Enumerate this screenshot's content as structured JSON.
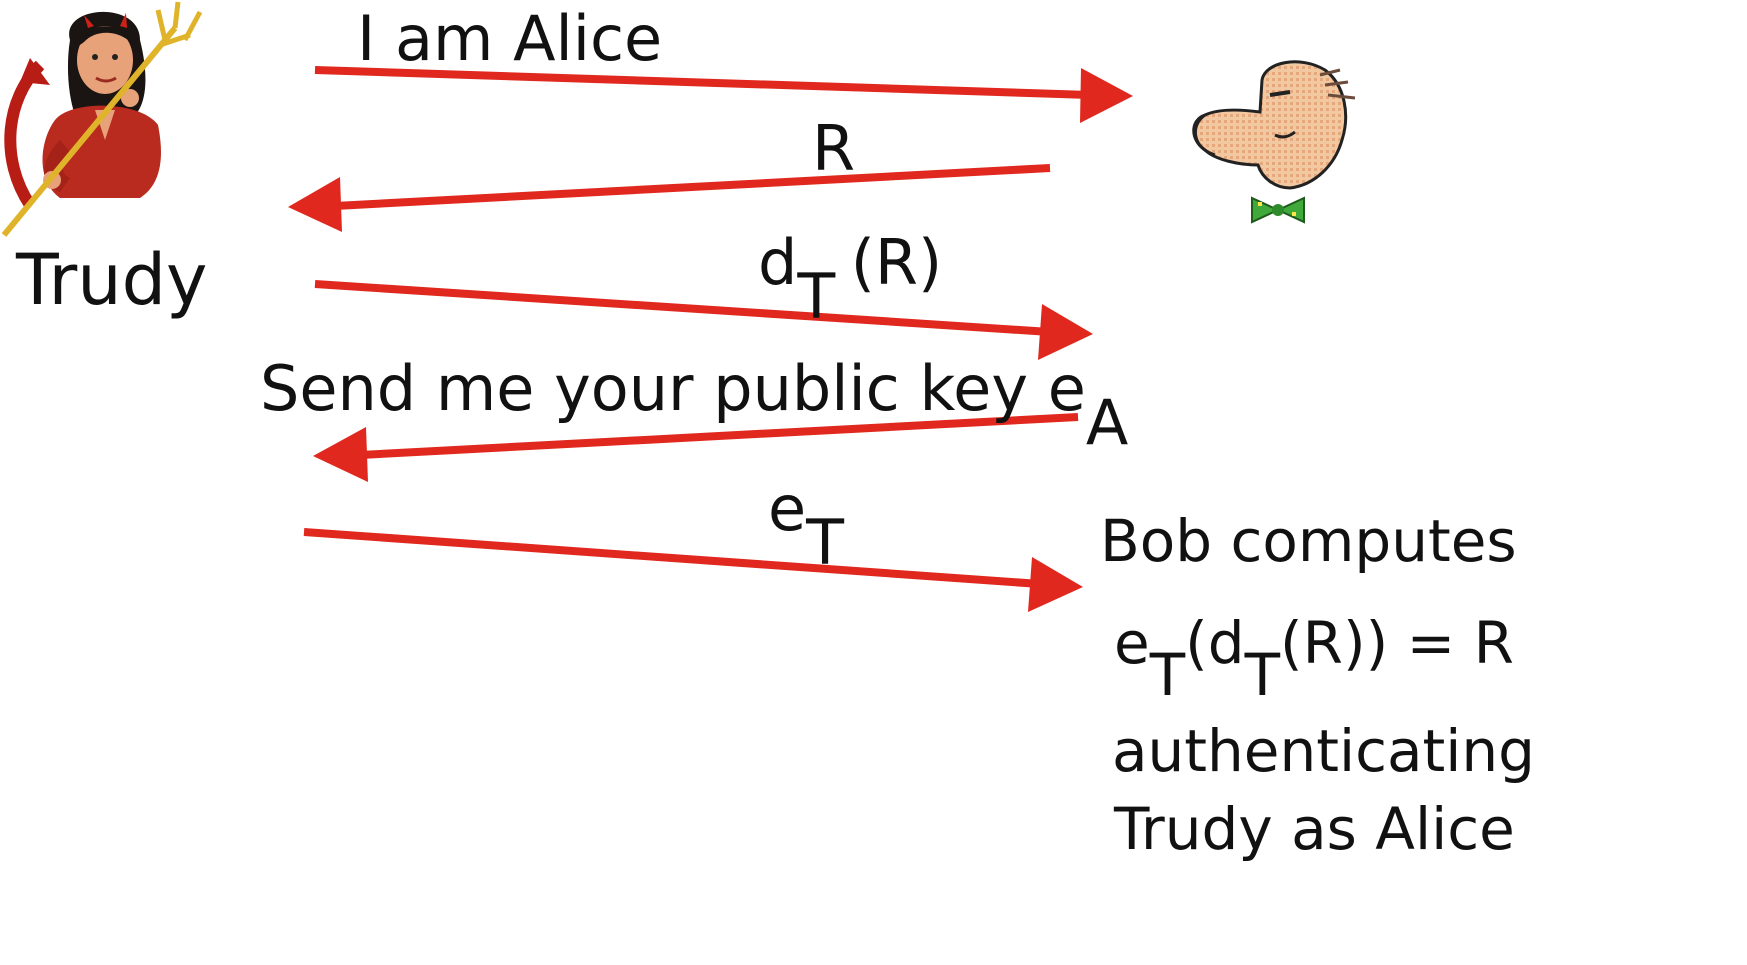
{
  "actors": {
    "trudy": {
      "label": "Trudy",
      "icon": "devil-trudy-icon"
    },
    "bob": {
      "icon": "bob-face-icon"
    }
  },
  "messages": [
    {
      "direction": "trudy-to-bob",
      "text": "I am Alice"
    },
    {
      "direction": "bob-to-trudy",
      "text": "R"
    },
    {
      "direction": "trudy-to-bob",
      "main": "d",
      "sub": "T",
      "rest": "(R)"
    },
    {
      "direction": "bob-to-trudy",
      "main": "Send me your public key e",
      "sub": "A"
    },
    {
      "direction": "trudy-to-bob",
      "main": "e",
      "sub": "T"
    }
  ],
  "conclusion": {
    "line1": "Bob computes",
    "line2": {
      "e": "e",
      "e_sub": "T",
      "mid": "(d",
      "d_sub": "T",
      "tail": "(R)) = R"
    },
    "line3": "authenticating",
    "line4": "Trudy as Alice"
  },
  "colors": {
    "arrow": "#e0281e",
    "text": "#111111"
  }
}
